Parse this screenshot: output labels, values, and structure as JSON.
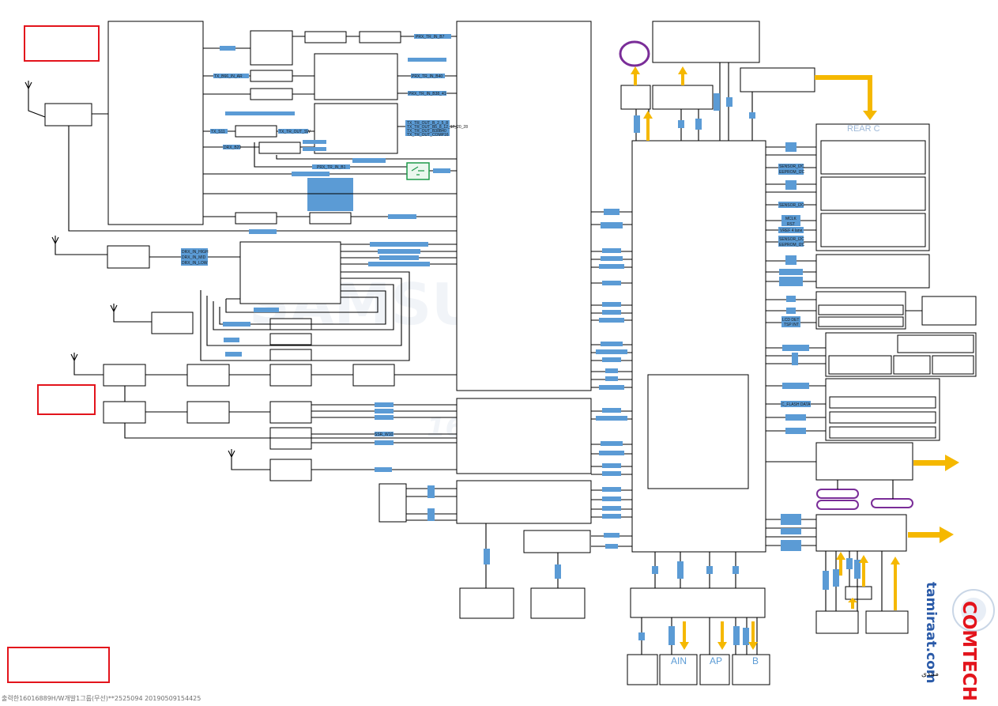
{
  "watermark": {
    "brand": "SAMSUNG",
    "number": "16016889"
  },
  "footer": {
    "stamp": "출력한16016889H/W개발1그룹(무선)**2525094 20190509154425"
  },
  "signal_labels": {
    "prx_tr_in_b7": "PRX_TR_IN_B7",
    "prx_tr_in_b40": "PRX_TR_IN_B40",
    "prx_tr_in_b38_41": "PRX_TR_IN_B38_41",
    "tx_b66_in_ar": "TX_B66_IN_AR",
    "tx_s11": "TX_S11",
    "drx_b20": "DRX_B20",
    "tx_tr_out_sw": "TX_TR_OUT_SW",
    "prx_tr_in_b1": "PRX_TR_IN_B1",
    "tx_tr_out_group": [
      "TX_TR_OUT_B_2_5_8",
      "TX_TR_OUT_B5_8_12_17_20_28",
      "TX_TR_OUT_B38B40",
      "TX_TR_OUT_COMP16"
    ],
    "drx_in_high": "DRX_IN_HIGH",
    "drx_in_mid": "DRX_IN_MID",
    "drx_in_low": "DRX_IN_LOW",
    "ssr_w10": "SSR_W10",
    "sensor_i2c": "SENSOR_I2C",
    "eeprom_i2c": "EEPROM_I2C",
    "mclk": "MCLK",
    "rst": "RST",
    "vrf_d": "VREF 4 lane",
    "lcd_det": "LCD DET",
    "tsp_int": "TSP INT",
    "c_flash_data": "C_FLASH DATA",
    "rear": "REAR C"
  },
  "right_bottom_labels": {
    "ain": "AIN",
    "ap": "AP",
    "b": "B"
  },
  "site_text": "tamiraat.com",
  "logo_text": "COMTECH",
  "arabic_text": "منتدى"
}
